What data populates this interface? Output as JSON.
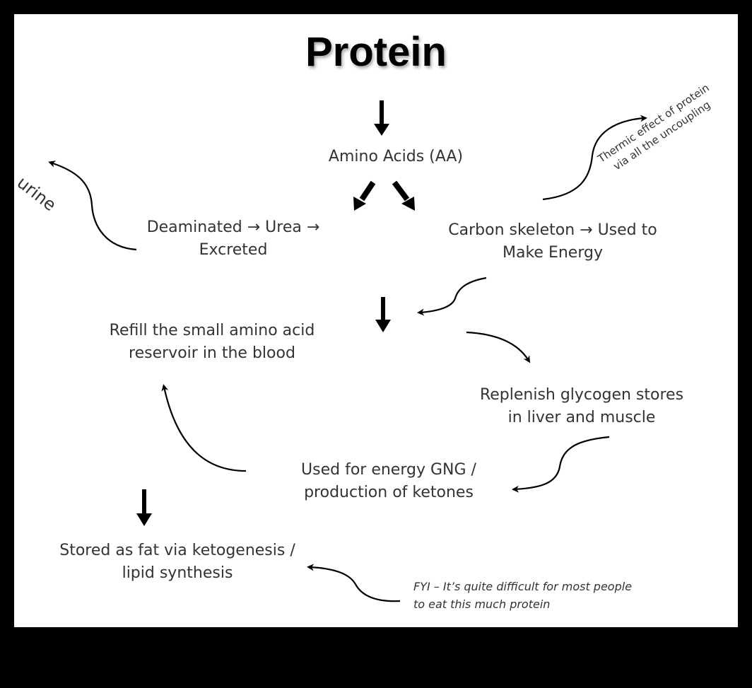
{
  "title": "Protein",
  "nodes": {
    "amino_acids": "Amino Acids (AA)",
    "deaminated": [
      "Deaminated → Urea →",
      "Excreted"
    ],
    "carbon_skeleton": [
      "Carbon skeleton → Used to",
      "Make Energy"
    ],
    "refill": [
      "Refill the small amino acid",
      "reservoir in the blood"
    ],
    "glycogen": [
      "Replenish glycogen stores",
      "in liver and muscle"
    ],
    "gng": [
      "Used for energy GNG /",
      "production of ketones"
    ],
    "stored_fat": [
      "Stored as fat via ketogenesis /",
      "lipid synthesis"
    ]
  },
  "annotations": {
    "urine": "urine",
    "thermic": [
      "Thermic effect of protein",
      "via all the uncoupling"
    ],
    "fyi": [
      "FYI – It’s quite difficult for most people",
      "to eat this much protein"
    ]
  },
  "colors": {
    "frame": "#000000",
    "panel": "#ffffff",
    "text": "#333333",
    "arrow": "#000000"
  }
}
